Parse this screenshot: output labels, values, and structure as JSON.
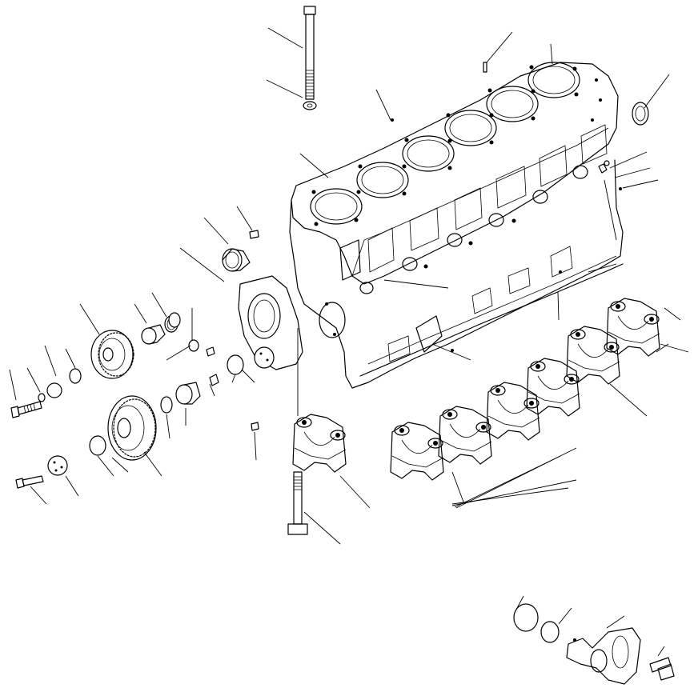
{
  "colors": {
    "line": "#000000",
    "background": "#ffffff"
  },
  "figure": {
    "kind": "exploded-parts-diagram",
    "labels_printed": false
  },
  "assemblies": [
    "cylinder-block",
    "head-bolt-with-washer",
    "timing-gears",
    "idler-gear",
    "bushings",
    "main-bearing-caps",
    "main-cap-bolt",
    "oil-pump-with-orings"
  ]
}
